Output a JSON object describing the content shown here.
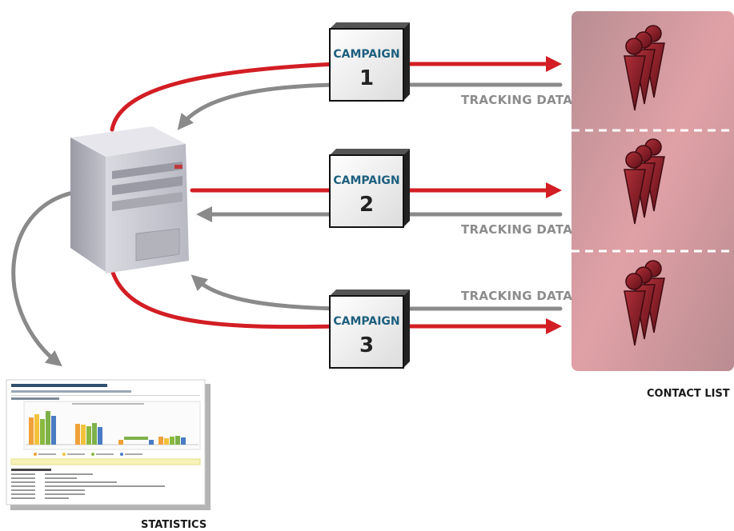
{
  "campaigns": [
    {
      "title": "CAMPAIGN",
      "number": "1"
    },
    {
      "title": "CAMPAIGN",
      "number": "2"
    },
    {
      "title": "CAMPAIGN",
      "number": "3"
    }
  ],
  "tracking_label": "TRACKING DATA",
  "contact_list_label": "CONTACT LIST",
  "statistics_label": "STATISTICS",
  "colors": {
    "send_arrow": "#d21e24",
    "tracking_arrow": "#8a8a8a",
    "contact_panel": "#cf8e93",
    "person_icon": "#8a1c26"
  }
}
